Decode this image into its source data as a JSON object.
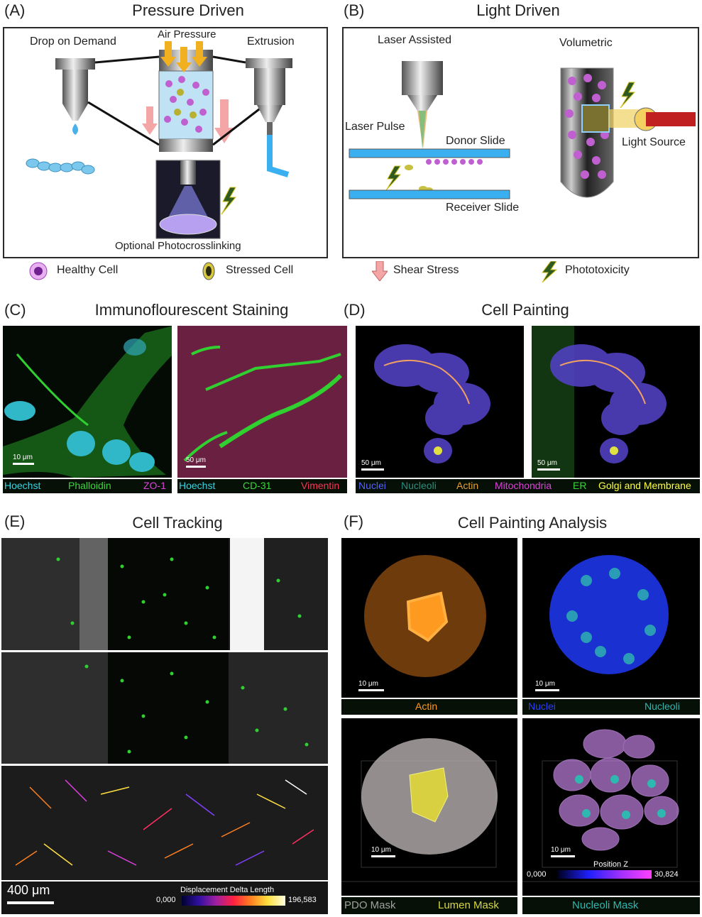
{
  "panelA": {
    "label": "(A)",
    "title": "Pressure Driven",
    "drop": "Drop on Demand",
    "air": "Air Pressure",
    "extrusion": "Extrusion",
    "photo": "Optional Photocrosslinking"
  },
  "panelB": {
    "label": "(B)",
    "title": "Light Driven",
    "laser_assisted": "Laser Assisted",
    "volumetric": "Volumetric",
    "laser_pulse": "Laser Pulse",
    "donor": "Donor Slide",
    "receiver": "Receiver Slide",
    "light_source": "Light Source"
  },
  "legend": {
    "healthy": "Healthy Cell",
    "stressed": "Stressed Cell",
    "shear": "Shear Stress",
    "photo": "Phototoxicity"
  },
  "panelC": {
    "label": "(C)",
    "title": "Immunoflourescent Staining",
    "scale1": "10 μm",
    "scale2": "50 μm",
    "bar1": [
      {
        "text": "Hoechst",
        "color": "#33d6e6"
      },
      {
        "text": "Phalloidin",
        "color": "#39d639"
      },
      {
        "text": "ZO-1",
        "color": "#e040e0"
      }
    ],
    "bar2": [
      {
        "text": "Hoechst",
        "color": "#33d6e6"
      },
      {
        "text": "CD-31",
        "color": "#39d639"
      },
      {
        "text": "Vimentin",
        "color": "#ff3355"
      }
    ]
  },
  "panelD": {
    "label": "(D)",
    "title": "Cell Painting",
    "scale1": "50 μm",
    "scale2": "50 μm",
    "bar": [
      {
        "text": "Nuclei",
        "color": "#5560ff"
      },
      {
        "text": "Nucleoli",
        "color": "#2a8f80"
      },
      {
        "text": "Actin",
        "color": "#e8a030"
      },
      {
        "text": "Mitochondria",
        "color": "#e040e0"
      },
      {
        "text": "ER",
        "color": "#39d639"
      },
      {
        "text": "Golgi and Membrane",
        "color": "#ffff40"
      }
    ]
  },
  "panelE": {
    "label": "(E)",
    "title": "Cell Tracking",
    "scale": "400 μm",
    "cbar_title": "Displacement Delta Length",
    "cbar_min": "0,000",
    "cbar_max": "196,583"
  },
  "panelF": {
    "label": "(F)",
    "title": "Cell Painting Analysis",
    "scale1": "10 μm",
    "scale2": "10 μm",
    "scale3": "10 μm",
    "scale4": "10 μm",
    "actin": "Actin",
    "nuclei": "Nuclei",
    "nucleoli": "Nucleoli",
    "pdo": "PDO Mask",
    "lumen": "Lumen Mask",
    "nucleoli_mask": "Nucleoli Mask",
    "posz": "Position Z",
    "posz_min": "0,000",
    "posz_max": "30,824"
  },
  "colors": {
    "actin": "#ff9a20",
    "nuclei": "#2a40ff",
    "nucleoli": "#2fb8b0",
    "lumen": "#d8d840"
  }
}
